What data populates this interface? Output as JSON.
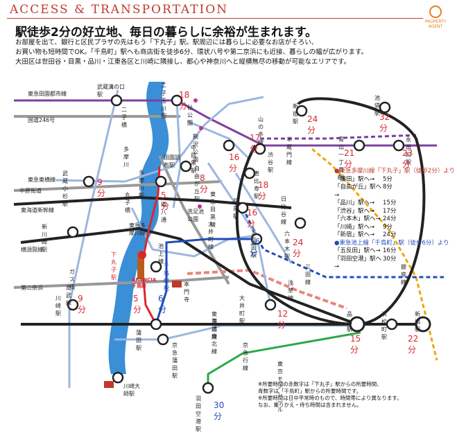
{
  "header": {
    "title": "ACCESS & TRANSPORTATION",
    "logo_text": "PROPERTY AGENT"
  },
  "headline": "駅徒歩2分の好立地、毎日の暮らしに余裕が生まれます。",
  "body": [
    "お部屋を出て、銀行と区民プラザの先はもう「下丸子」駅。駅周辺には暮らしに必要なお店がそろい、",
    "お買い物も短時間でOK。「千鳥町」駅へも商店街を徒歩6分、環状八号や第二京浜にも近接、暮らしの幅が広がります。",
    "大田区は世田谷・目黒・品川・江東各区と川崎に隣接し、都心や神奈川へと縦横無尽の移動が可能なエリアです。"
  ],
  "map": {
    "lines": [
      "東急田園都市線",
      "二子橋",
      "国道246号",
      "多摩川",
      "東急東横線",
      "中原街道",
      "東海道新幹線",
      "横須賀線",
      "ガス橋",
      "第二京浜",
      "南武線",
      "丸子橋",
      "環八通",
      "東急多摩川線",
      "池上線",
      "東急目黒線",
      "大井町線",
      "日比谷線",
      "山の手線",
      "半蔵門線",
      "三田線",
      "浅草線",
      "銀座線",
      "東海道線",
      "京浜東北線",
      "京急蒲田駅",
      "京急行線",
      "東京モノレール"
    ],
    "stations": [
      "武蔵溝の口駅",
      "二子玉川駅",
      "駒沢公園",
      "砧公園",
      "新宿駅",
      "池袋駅",
      "青山一丁目駅",
      "永田町駅",
      "中目黒駅",
      "渋谷駅",
      "自由が丘駅",
      "田園調布駅",
      "多摩川駅",
      "恵比寿駅",
      "目黒駅",
      "武蔵小杉駅",
      "新川崎駅",
      "五反田駅",
      "六本木駅",
      "洗足池公園",
      "下丸子駅",
      "千鳥町駅",
      "本門寺",
      "大井町駅",
      "品川駅",
      "浜松町駅",
      "新橋駅",
      "川崎駅",
      "蒲田駅",
      "羽田空港駅",
      "川崎大師駅",
      "ARANCIA千鳥町"
    ],
    "times": [
      "18分",
      "17分",
      "24分",
      "32分",
      "21分",
      "23分",
      "16分",
      "8分",
      "18分",
      "9分",
      "5分",
      "16分",
      "16分",
      "24分",
      "12分",
      "15分",
      "22分",
      "9分",
      "5分",
      "6分",
      "30分"
    ],
    "colors": {
      "red": "#d9272e",
      "blue": "#1f4db8",
      "green": "#2aa84a",
      "orange": "#f0a500",
      "purple": "#7b3fa0",
      "gray": "#999999",
      "black": "#222222"
    }
  },
  "legend": {
    "title1": "●東急多摩川線「下丸子」駅（徒歩2分）より",
    "rows1": [
      [
        "「蒲田」駅へ→",
        "5分"
      ],
      [
        "「自由が丘」駅へ→",
        "8分"
      ],
      [
        "「品川」駅へ→",
        "15分"
      ],
      [
        "「渋谷」駅へ→",
        "17分"
      ],
      [
        "「六本木」駅へ→",
        "24分"
      ],
      [
        "「川崎」駅へ→",
        "9分"
      ],
      [
        "「新宿」駅へ→",
        "24分"
      ]
    ],
    "title2": "●東急池上線「千鳥町」駅（徒歩6分）より",
    "rows2": [
      [
        "「五反田」駅へ→",
        "16分"
      ],
      [
        "「羽田空港」駅へ→",
        "30分"
      ]
    ]
  },
  "note": [
    "※所要時間の赤数字は「下丸子」駅からの所要時間、",
    "青数字は「千鳥町」駅からの所要時間です。",
    "※所要時間は日中平常時のもので、時間帯により異なります。",
    "なお、乗りかえ・待ち時間は含まれません。"
  ]
}
